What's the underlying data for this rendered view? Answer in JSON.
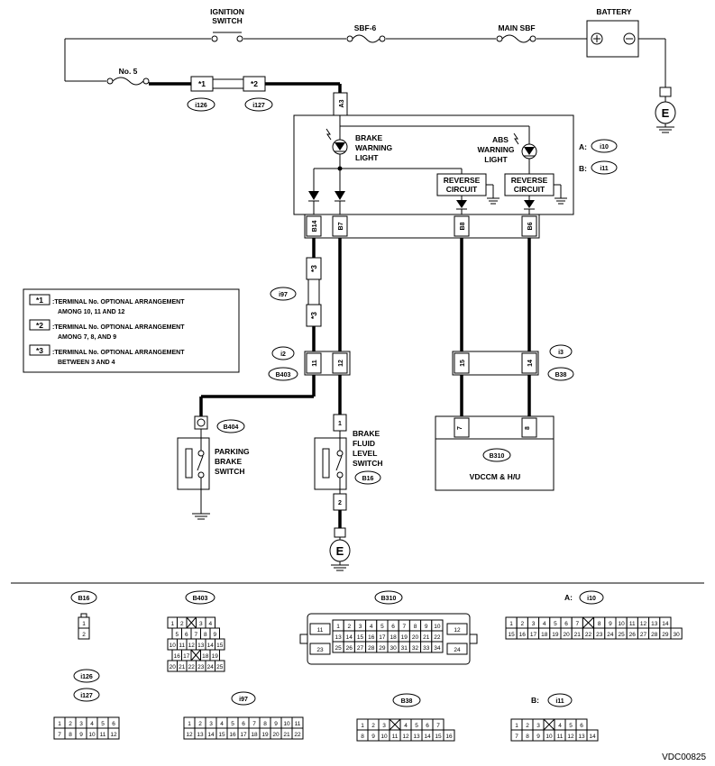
{
  "labels": {
    "ignition_switch": [
      "IGNITION",
      "SWITCH"
    ],
    "battery": "BATTERY",
    "sbf6": "SBF-6",
    "main_sbf": "MAIN SBF",
    "fuse_no5": "No. 5",
    "ground_e": "E",
    "t1": "*1",
    "t2": "*2",
    "t3": "*3",
    "a3": "A3",
    "brake_warning_light": [
      "BRAKE",
      "WARNING",
      "LIGHT"
    ],
    "abs_warning_light": [
      "ABS",
      "WARNING",
      "LIGHT"
    ],
    "reverse_circuit": [
      "REVERSE",
      "CIRCUIT"
    ],
    "a_label": "A:",
    "b_label": "B:",
    "pins_top": [
      "B14",
      "B7",
      "B8",
      "B6"
    ],
    "pins_mid": [
      "11",
      "12",
      "15",
      "14"
    ],
    "parking_brake_switch": [
      "PARKING",
      "BRAKE",
      "SWITCH"
    ],
    "brake_fluid_switch": [
      "BRAKE",
      "FLUID",
      "LEVEL",
      "SWITCH"
    ],
    "vdccm": "VDCCM & H/U",
    "vdccm_pins": [
      "7",
      "8"
    ],
    "switch_pins": [
      "1",
      "2"
    ],
    "footer_code": "VDC00825"
  },
  "connectors": {
    "i126": "i126",
    "i127": "i127",
    "i10": "i10",
    "i11": "i11",
    "i97": "i97",
    "i2": "i2",
    "B403": "B403",
    "i3": "i3",
    "B38": "B38",
    "B404": "B404",
    "B16": "B16",
    "B310": "B310"
  },
  "legend": [
    {
      "key": "*1",
      "text": [
        ":TERMINAL No. OPTIONAL ARRANGEMENT",
        "AMONG 10, 11 AND 12"
      ]
    },
    {
      "key": "*2",
      "text": [
        ":TERMINAL No. OPTIONAL ARRANGEMENT",
        "AMONG 7, 8, AND 9"
      ]
    },
    {
      "key": "*3",
      "text": [
        ":TERMINAL No. OPTIONAL ARRANGEMENT",
        "BETWEEN 3 AND 4"
      ]
    }
  ],
  "views": {
    "b16": {
      "title": "B16",
      "pins": [
        "1",
        "2"
      ]
    },
    "b403": {
      "title": "B403",
      "rows": [
        [
          "1",
          "2",
          "",
          "3",
          "4"
        ],
        [
          "5",
          "6",
          "7",
          "8",
          "9"
        ],
        [
          "10",
          "11",
          "12",
          "13",
          "14",
          "15"
        ],
        [
          "16",
          "17",
          "",
          "18",
          "19"
        ],
        [
          "20",
          "21",
          "22",
          "23",
          "24",
          "25"
        ]
      ]
    },
    "b310": {
      "title": "B310",
      "left": [
        "11",
        "23"
      ],
      "right": [
        "12",
        "24"
      ],
      "rows": [
        [
          "1",
          "2",
          "3",
          "4",
          "5",
          "6",
          "7",
          "8",
          "9",
          "10"
        ],
        [
          "13",
          "14",
          "15",
          "16",
          "17",
          "18",
          "19",
          "20",
          "21",
          "22"
        ],
        [
          "25",
          "26",
          "27",
          "28",
          "29",
          "30",
          "31",
          "32",
          "33",
          "34"
        ]
      ]
    },
    "i10": {
      "prefix": "A:",
      "title": "i10",
      "rows": [
        [
          "1",
          "2",
          "3",
          "4",
          "5",
          "6",
          "7",
          "",
          "8",
          "9",
          "10",
          "11",
          "12",
          "13",
          "14"
        ],
        [
          "15",
          "16",
          "17",
          "18",
          "19",
          "20",
          "21",
          "22",
          "23",
          "24",
          "25",
          "26",
          "27",
          "28",
          "29",
          "30"
        ]
      ]
    },
    "i126": {
      "title": "i126",
      "title2": "i127",
      "rows": [
        [
          "1",
          "2",
          "3",
          "4",
          "5",
          "6"
        ],
        [
          "7",
          "8",
          "9",
          "10",
          "11",
          "12"
        ]
      ]
    },
    "i97": {
      "title": "i97",
      "rows": [
        [
          "1",
          "2",
          "3",
          "4",
          "5",
          "6",
          "7",
          "8",
          "9",
          "10",
          "11"
        ],
        [
          "12",
          "13",
          "14",
          "15",
          "16",
          "17",
          "18",
          "19",
          "20",
          "21",
          "22"
        ]
      ]
    },
    "b38": {
      "title": "B38",
      "rows": [
        [
          "1",
          "2",
          "3",
          "",
          "4",
          "5",
          "6",
          "7"
        ],
        [
          "8",
          "9",
          "10",
          "11",
          "12",
          "13",
          "14",
          "15",
          "16"
        ]
      ]
    },
    "i11": {
      "prefix": "B:",
      "title": "i11",
      "rows": [
        [
          "1",
          "2",
          "3",
          "",
          "4",
          "5",
          "6"
        ],
        [
          "7",
          "8",
          "9",
          "10",
          "11",
          "12",
          "13",
          "14"
        ]
      ]
    }
  }
}
